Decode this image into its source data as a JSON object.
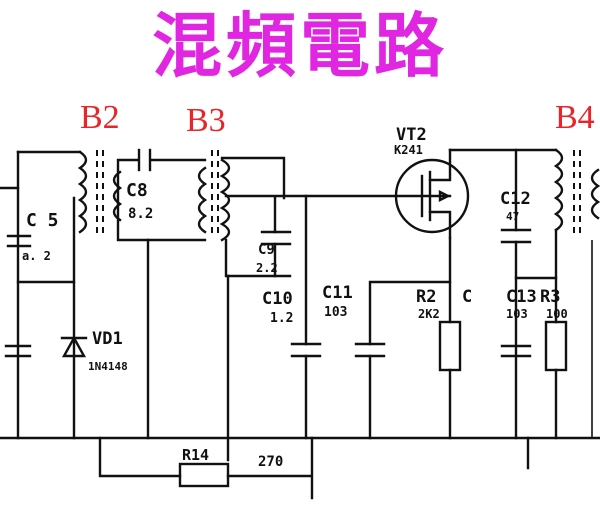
{
  "title": "混頻電路",
  "transformers": {
    "b2": "B2",
    "b3": "B3",
    "b4": "B4"
  },
  "transistor": {
    "name": "VT2",
    "part": "K241"
  },
  "components": {
    "c5": {
      "name": "C   5",
      "value": "a.  2"
    },
    "c8": {
      "name": "C8",
      "value": "8.2"
    },
    "c9": {
      "name": "C9",
      "value": "2.2"
    },
    "c10": {
      "name": "C10",
      "value": "1.2"
    },
    "c11": {
      "name": "C11",
      "value": "103"
    },
    "c12": {
      "name": "C12",
      "value": "47"
    },
    "c13": {
      "name": "C13",
      "value": "103"
    },
    "r2": {
      "name": "R2",
      "value": "2K2",
      "extra": "C"
    },
    "r3": {
      "name": "R3",
      "value": "100"
    },
    "r14": {
      "name": "R14",
      "value": "270"
    },
    "vd1": {
      "name": "VD1",
      "part": "1N4148"
    }
  },
  "colors": {
    "title": "#e026e0",
    "labels": "#e8262a",
    "ink": "#111111"
  }
}
